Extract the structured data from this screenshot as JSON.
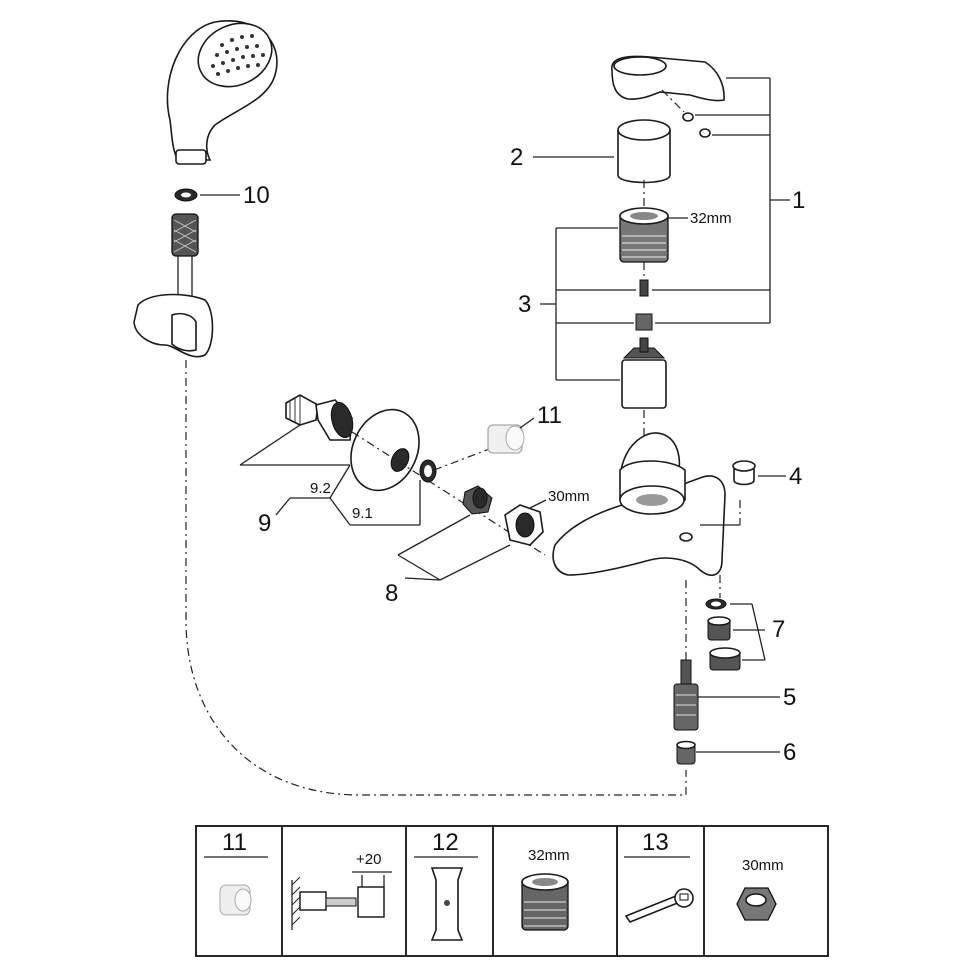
{
  "callouts": {
    "c1": "1",
    "c2": "2",
    "c3": "3",
    "c4": "4",
    "c5": "5",
    "c6": "6",
    "c7": "7",
    "c8": "8",
    "c9": "9",
    "c10": "10",
    "c11": "11",
    "c9_1": "9.1",
    "c9_2": "9.2"
  },
  "dimensions": {
    "upper_nut": "32mm",
    "lower_nut": "30mm"
  },
  "table": {
    "cell_11_num": "11",
    "ext_dim": "+20",
    "cell_12_num": "12",
    "cell_12_dim": "32mm",
    "cell_13_num": "13",
    "cell_13_dim": "30mm"
  }
}
